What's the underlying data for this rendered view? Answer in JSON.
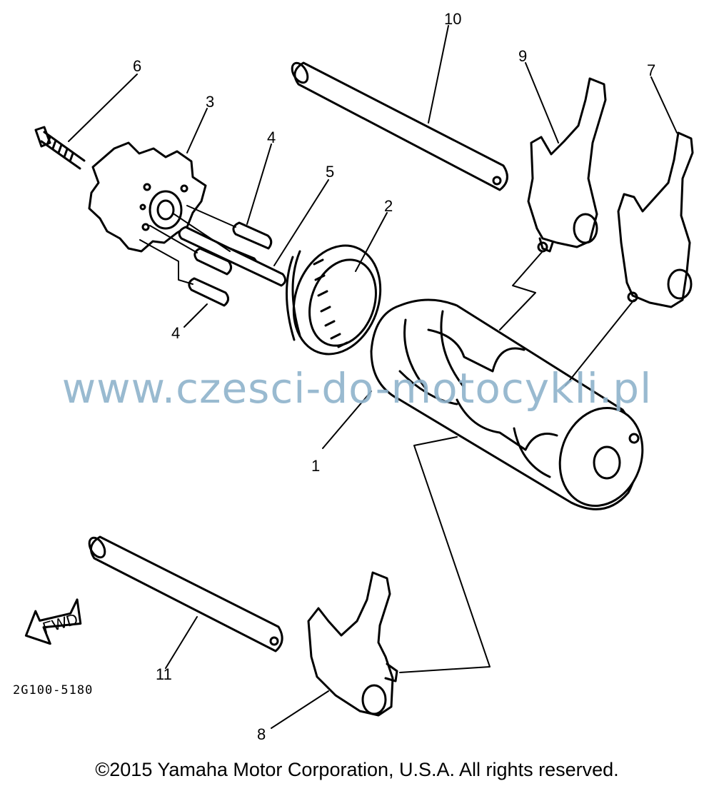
{
  "callouts": {
    "c1": "1",
    "c2": "2",
    "c3": "3",
    "c4a": "4",
    "c4b": "4",
    "c5": "5",
    "c6": "6",
    "c7": "7",
    "c8": "8",
    "c9": "9",
    "c10": "10",
    "c11": "11"
  },
  "fwd_label": "FWD",
  "part_code": "2G100-5180",
  "watermark": "www.czesci-do-motocykli.pl",
  "copyright": "©2015 Yamaha Motor Corporation, U.S.A. All rights reserved.",
  "colors": {
    "ink": "#000000",
    "watermark": "#8fb3cc",
    "background": "#ffffff"
  }
}
